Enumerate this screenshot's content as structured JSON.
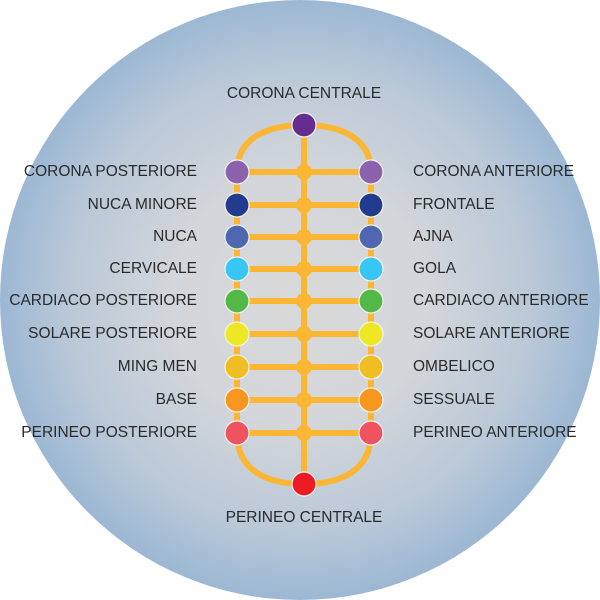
{
  "top": {
    "label": "CORONA CENTRALE",
    "color": "#662d91"
  },
  "bottom": {
    "label": "PERINEO CENTRALE",
    "color": "#ed1c24"
  },
  "connector_color": "#fbb633",
  "rows": [
    {
      "left": "CORONA POSTERIORE",
      "right": "CORONA ANTERIORE",
      "color": "#8b62ab"
    },
    {
      "left": "NUCA MINORE",
      "right": "FRONTALE",
      "color": "#213b8f"
    },
    {
      "left": "NUCA",
      "right": "AJNA",
      "color": "#4f66b0"
    },
    {
      "left": "CERVICALE",
      "right": "GOLA",
      "color": "#38c6f4"
    },
    {
      "left": "CARDIACO POSTERIORE",
      "right": "CARDIACO ANTERIORE",
      "color": "#52b848"
    },
    {
      "left": "SOLARE POSTERIORE",
      "right": "SOLARE ANTERIORE",
      "color": "#eee824"
    },
    {
      "left": "MING MEN",
      "right": "OMBELICO",
      "color": "#f0bd22"
    },
    {
      "left": "BASE",
      "right": "SESSUALE",
      "color": "#f7971f"
    },
    {
      "left": "PERINEO POSTERIORE",
      "right": "PERINEO ANTERIORE",
      "color": "#ef5360"
    }
  ]
}
